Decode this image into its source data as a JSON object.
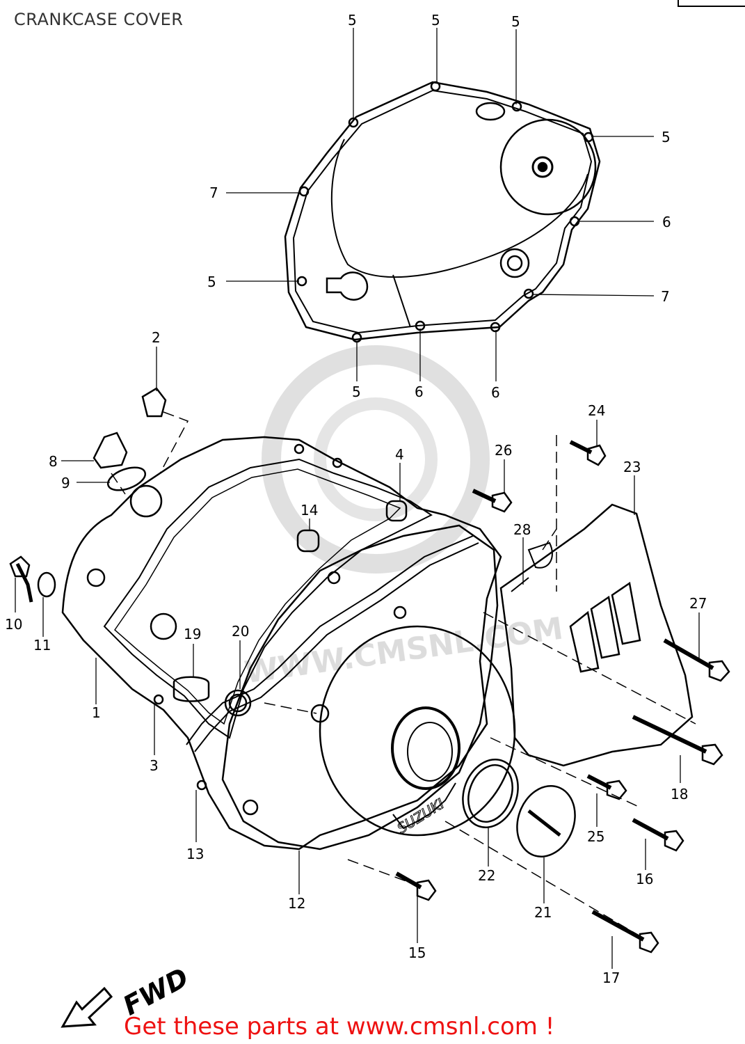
{
  "header": {
    "title": "CRANKCASE COVER"
  },
  "watermark": {
    "text": "WWW.CMSNL.COM"
  },
  "direction": {
    "label": "FWD"
  },
  "brand": {
    "cover_text": "SUZUKI"
  },
  "footer": {
    "text": "Get these parts at www.cmsnl.com !"
  },
  "callouts": [
    "5",
    "5",
    "5",
    "5",
    "7",
    "6",
    "5",
    "7",
    "5",
    "6",
    "6",
    "2",
    "8",
    "9",
    "10",
    "11",
    "1",
    "3",
    "13",
    "12",
    "19",
    "20",
    "14",
    "4",
    "26",
    "24",
    "23",
    "28",
    "27",
    "18",
    "25",
    "16",
    "15",
    "22",
    "21",
    "17"
  ],
  "colors": {
    "line": "#000000",
    "footer": "#ee1111",
    "watermark": "#d9d9d9"
  }
}
